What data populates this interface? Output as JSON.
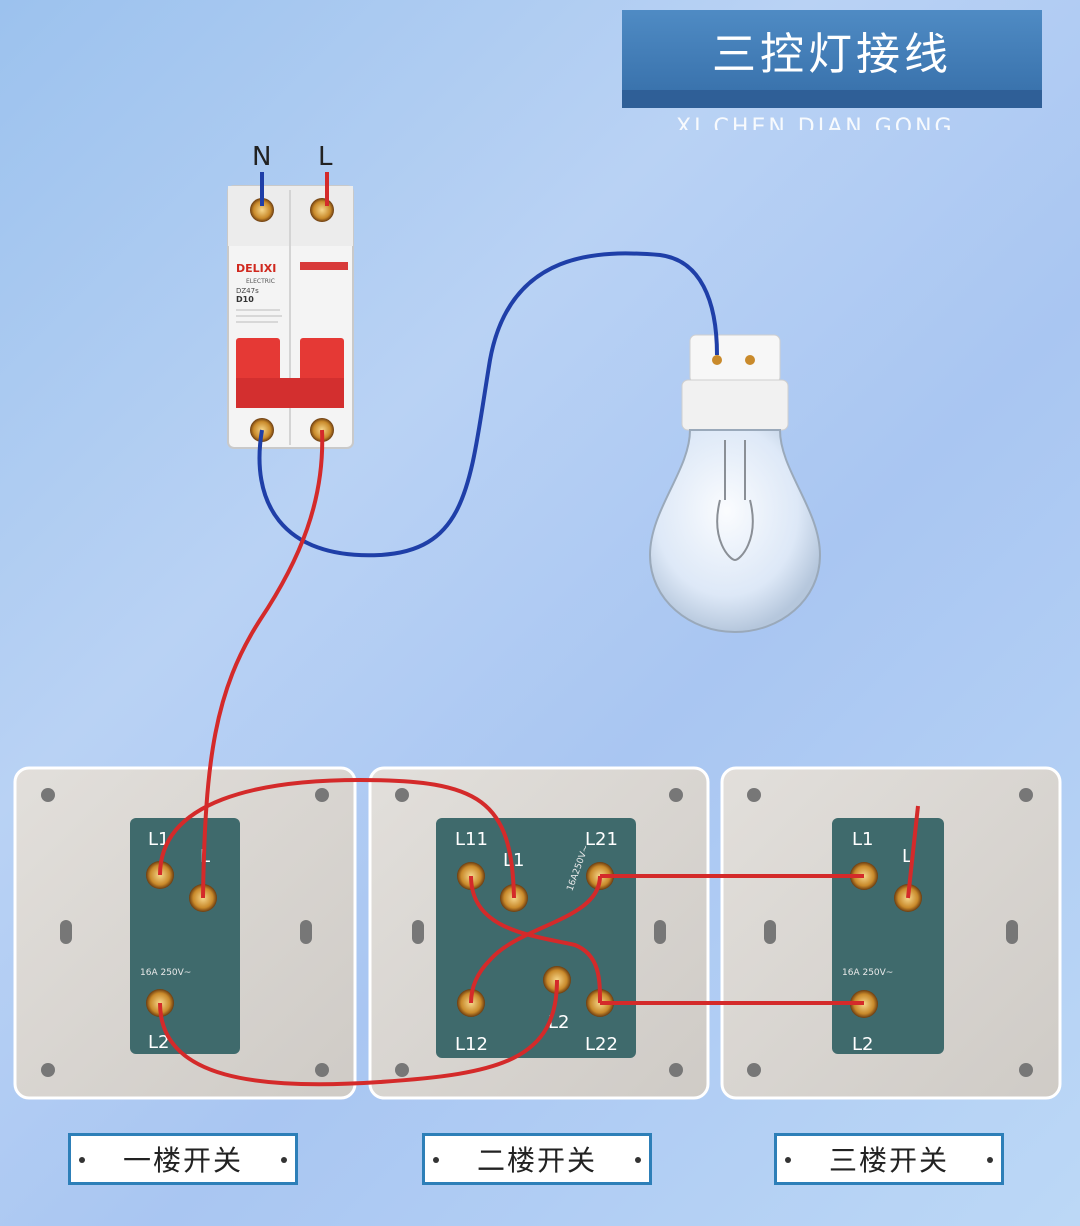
{
  "title": "三控灯接线",
  "title_sub": "XI CHEN DIAN GONG",
  "breaker": {
    "n_label": "N",
    "l_label": "L",
    "brand": "DELIXI",
    "brand_sub": "ELECTRIC",
    "model": "DZ47s",
    "rating": "D10"
  },
  "switches": [
    {
      "label": "一楼开关",
      "terminals": [
        "L1",
        "L",
        "L2"
      ],
      "rating": "16A 250V~"
    },
    {
      "label": "二楼开关",
      "terminals": [
        "L11",
        "L1",
        "L21",
        "L12",
        "L2",
        "L22"
      ],
      "rating": "16A250V~"
    },
    {
      "label": "三楼开关",
      "terminals": [
        "L1",
        "L",
        "L2"
      ],
      "rating": "16A 250V~"
    }
  ],
  "colors": {
    "live_wire": "#d42a2a",
    "neutral_wire": "#1f3fa8",
    "terminal_block": "#3f6a6c",
    "panel": "#d9d5d0",
    "label_border": "#2d7fb8"
  }
}
